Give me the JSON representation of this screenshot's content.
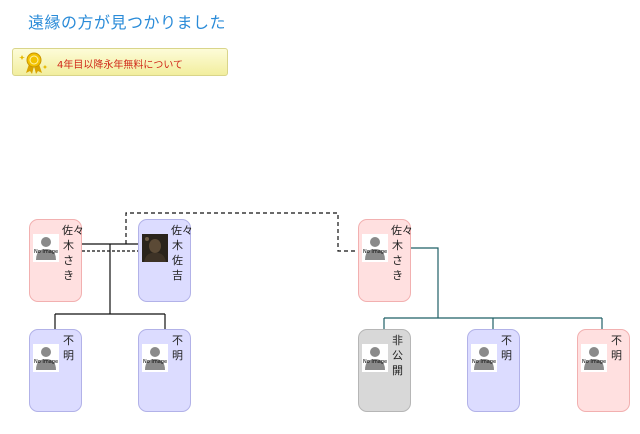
{
  "page": {
    "title": "遠縁の方が見つかりました"
  },
  "banner": {
    "text": "4年目以降永年無料について",
    "icon": "medal-icon"
  },
  "avatar": {
    "placeholder_label": "No Image"
  },
  "colors": {
    "title": "#2a8bd8",
    "banner_text": "#d02a1a",
    "female_card": "#ffe0e0",
    "male_card": "#dcdcff",
    "private_card": "#d8d8d8",
    "line_teal": "#1f5f66"
  },
  "tree": {
    "people": [
      {
        "id": "p1",
        "name": "佐々木さき",
        "gender": "female",
        "photo": "none"
      },
      {
        "id": "p2",
        "name": "佐々木佐吉",
        "gender": "male",
        "photo": "real"
      },
      {
        "id": "p3",
        "name": "佐々木さき",
        "gender": "female",
        "photo": "none"
      },
      {
        "id": "c1",
        "name": "不明",
        "gender": "male",
        "photo": "none"
      },
      {
        "id": "c2",
        "name": "不明",
        "gender": "male",
        "photo": "none"
      },
      {
        "id": "c3",
        "name": "非公開",
        "gender": "private",
        "photo": "none"
      },
      {
        "id": "c4",
        "name": "不明",
        "gender": "male",
        "photo": "none"
      },
      {
        "id": "c5",
        "name": "不明",
        "gender": "female",
        "photo": "none"
      }
    ]
  }
}
